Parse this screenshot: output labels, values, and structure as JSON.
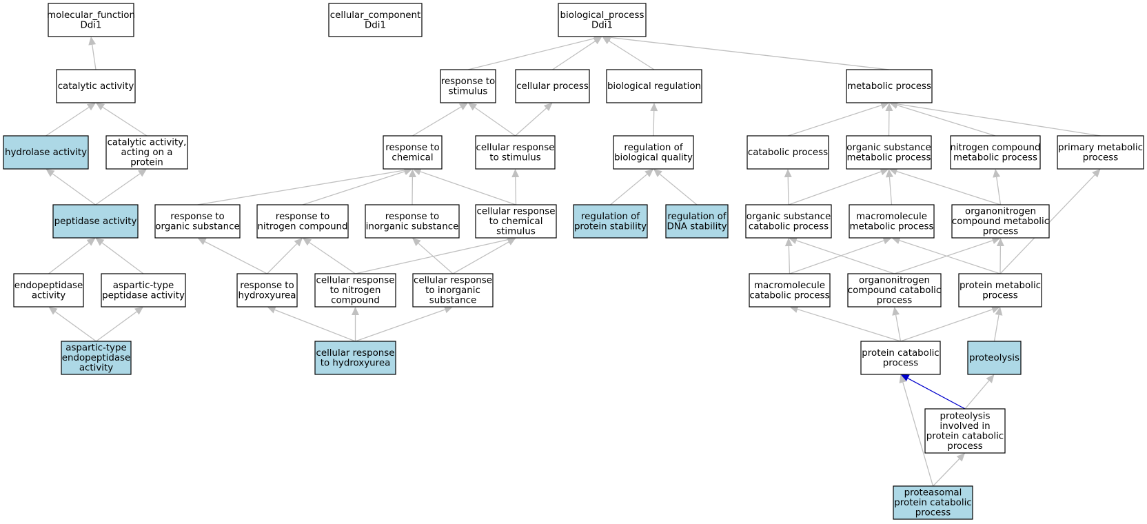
{
  "colors": {
    "highlight_fill": "#add8e6",
    "plain_fill": "#ffffff",
    "border": "#000000",
    "edge": "#c0c0c0",
    "highlight_edge": "#0000cc"
  },
  "nodes": [
    {
      "id": "mf",
      "lines": [
        "molecular_function",
        "Ddi1"
      ],
      "highlight": false
    },
    {
      "id": "cc",
      "lines": [
        "cellular_component",
        "Ddi1"
      ],
      "highlight": false
    },
    {
      "id": "bp",
      "lines": [
        "biological_process",
        "Ddi1"
      ],
      "highlight": false
    },
    {
      "id": "catalytic",
      "lines": [
        "catalytic activity"
      ],
      "highlight": false
    },
    {
      "id": "hydrolase",
      "lines": [
        "hydrolase activity"
      ],
      "highlight": true
    },
    {
      "id": "cat_protein",
      "lines": [
        "catalytic activity,",
        "acting on a",
        "protein"
      ],
      "highlight": false
    },
    {
      "id": "peptidase",
      "lines": [
        "peptidase activity"
      ],
      "highlight": true
    },
    {
      "id": "endopep",
      "lines": [
        "endopeptidase",
        "activity"
      ],
      "highlight": false
    },
    {
      "id": "aspartic_pep",
      "lines": [
        "aspartic-type",
        "peptidase activity"
      ],
      "highlight": false
    },
    {
      "id": "aspartic_endo",
      "lines": [
        "aspartic-type",
        "endopeptidase",
        "activity"
      ],
      "highlight": true
    },
    {
      "id": "resp_stim",
      "lines": [
        "response to",
        "stimulus"
      ],
      "highlight": false
    },
    {
      "id": "cell_proc",
      "lines": [
        "cellular process"
      ],
      "highlight": false
    },
    {
      "id": "bio_reg",
      "lines": [
        "biological regulation"
      ],
      "highlight": false
    },
    {
      "id": "metab",
      "lines": [
        "metabolic process"
      ],
      "highlight": false
    },
    {
      "id": "resp_chem",
      "lines": [
        "response to",
        "chemical"
      ],
      "highlight": false
    },
    {
      "id": "cell_resp_stim",
      "lines": [
        "cellular response",
        "to stimulus"
      ],
      "highlight": false
    },
    {
      "id": "reg_bio_qual",
      "lines": [
        "regulation of",
        "biological quality"
      ],
      "highlight": false
    },
    {
      "id": "catab",
      "lines": [
        "catabolic process"
      ],
      "highlight": false
    },
    {
      "id": "org_sub_metab",
      "lines": [
        "organic substance",
        "metabolic process"
      ],
      "highlight": false
    },
    {
      "id": "nitro_metab",
      "lines": [
        "nitrogen compound",
        "metabolic process"
      ],
      "highlight": false
    },
    {
      "id": "prim_metab",
      "lines": [
        "primary metabolic",
        "process"
      ],
      "highlight": false
    },
    {
      "id": "resp_org_sub",
      "lines": [
        "response to",
        "organic substance"
      ],
      "highlight": false
    },
    {
      "id": "resp_nitro",
      "lines": [
        "response to",
        "nitrogen compound"
      ],
      "highlight": false
    },
    {
      "id": "resp_inorg",
      "lines": [
        "response to",
        "inorganic substance"
      ],
      "highlight": false
    },
    {
      "id": "cell_resp_chem",
      "lines": [
        "cellular response",
        "to chemical",
        "stimulus"
      ],
      "highlight": false
    },
    {
      "id": "reg_prot_stab",
      "lines": [
        "regulation of",
        "protein stability"
      ],
      "highlight": true
    },
    {
      "id": "reg_dna_stab",
      "lines": [
        "regulation of",
        "DNA stability"
      ],
      "highlight": true
    },
    {
      "id": "org_sub_catab",
      "lines": [
        "organic substance",
        "catabolic process"
      ],
      "highlight": false
    },
    {
      "id": "macro_metab",
      "lines": [
        "macromolecule",
        "metabolic process"
      ],
      "highlight": false
    },
    {
      "id": "orgnitro_metab",
      "lines": [
        "organonitrogen",
        "compound metabolic",
        "process"
      ],
      "highlight": false
    },
    {
      "id": "resp_hu",
      "lines": [
        "response to",
        "hydroxyurea"
      ],
      "highlight": false
    },
    {
      "id": "cell_resp_nitro",
      "lines": [
        "cellular response",
        "to nitrogen",
        "compound"
      ],
      "highlight": false
    },
    {
      "id": "cell_resp_inorg",
      "lines": [
        "cellular response",
        "to inorganic",
        "substance"
      ],
      "highlight": false
    },
    {
      "id": "macro_catab",
      "lines": [
        "macromolecule",
        "catabolic process"
      ],
      "highlight": false
    },
    {
      "id": "orgnitro_catab",
      "lines": [
        "organonitrogen",
        "compound catabolic",
        "process"
      ],
      "highlight": false
    },
    {
      "id": "prot_metab",
      "lines": [
        "protein metabolic",
        "process"
      ],
      "highlight": false
    },
    {
      "id": "cell_resp_hu",
      "lines": [
        "cellular response",
        "to hydroxyurea"
      ],
      "highlight": true
    },
    {
      "id": "prot_catab",
      "lines": [
        "protein catabolic",
        "process"
      ],
      "highlight": false
    },
    {
      "id": "proteolysis",
      "lines": [
        "proteolysis"
      ],
      "highlight": true
    },
    {
      "id": "proteolysis_pc",
      "lines": [
        "proteolysis",
        "involved in",
        "protein catabolic",
        "process"
      ],
      "highlight": false
    },
    {
      "id": "proteasomal",
      "lines": [
        "proteasomal",
        "protein catabolic",
        "process"
      ],
      "highlight": true
    }
  ],
  "edges": [
    {
      "from": "catalytic",
      "to": "mf"
    },
    {
      "from": "hydrolase",
      "to": "catalytic"
    },
    {
      "from": "cat_protein",
      "to": "catalytic"
    },
    {
      "from": "peptidase",
      "to": "hydrolase"
    },
    {
      "from": "peptidase",
      "to": "cat_protein"
    },
    {
      "from": "endopep",
      "to": "peptidase"
    },
    {
      "from": "aspartic_pep",
      "to": "peptidase"
    },
    {
      "from": "aspartic_endo",
      "to": "endopep"
    },
    {
      "from": "aspartic_endo",
      "to": "aspartic_pep"
    },
    {
      "from": "resp_stim",
      "to": "bp"
    },
    {
      "from": "cell_proc",
      "to": "bp"
    },
    {
      "from": "bio_reg",
      "to": "bp"
    },
    {
      "from": "metab",
      "to": "bp"
    },
    {
      "from": "resp_chem",
      "to": "resp_stim"
    },
    {
      "from": "cell_resp_stim",
      "to": "resp_stim"
    },
    {
      "from": "cell_resp_stim",
      "to": "cell_proc"
    },
    {
      "from": "reg_bio_qual",
      "to": "bio_reg"
    },
    {
      "from": "catab",
      "to": "metab"
    },
    {
      "from": "org_sub_metab",
      "to": "metab"
    },
    {
      "from": "nitro_metab",
      "to": "metab"
    },
    {
      "from": "prim_metab",
      "to": "metab"
    },
    {
      "from": "resp_org_sub",
      "to": "resp_chem"
    },
    {
      "from": "resp_nitro",
      "to": "resp_chem"
    },
    {
      "from": "resp_inorg",
      "to": "resp_chem"
    },
    {
      "from": "cell_resp_chem",
      "to": "resp_chem"
    },
    {
      "from": "cell_resp_chem",
      "to": "cell_resp_stim"
    },
    {
      "from": "reg_prot_stab",
      "to": "reg_bio_qual"
    },
    {
      "from": "reg_dna_stab",
      "to": "reg_bio_qual"
    },
    {
      "from": "org_sub_catab",
      "to": "catab"
    },
    {
      "from": "org_sub_catab",
      "to": "org_sub_metab"
    },
    {
      "from": "macro_metab",
      "to": "org_sub_metab"
    },
    {
      "from": "orgnitro_metab",
      "to": "org_sub_metab"
    },
    {
      "from": "orgnitro_metab",
      "to": "nitro_metab"
    },
    {
      "from": "resp_hu",
      "to": "resp_org_sub"
    },
    {
      "from": "resp_hu",
      "to": "resp_nitro"
    },
    {
      "from": "cell_resp_nitro",
      "to": "resp_nitro"
    },
    {
      "from": "cell_resp_nitro",
      "to": "cell_resp_chem"
    },
    {
      "from": "cell_resp_inorg",
      "to": "resp_inorg"
    },
    {
      "from": "cell_resp_inorg",
      "to": "cell_resp_chem"
    },
    {
      "from": "macro_catab",
      "to": "org_sub_catab"
    },
    {
      "from": "macro_catab",
      "to": "macro_metab"
    },
    {
      "from": "orgnitro_catab",
      "to": "org_sub_catab"
    },
    {
      "from": "orgnitro_catab",
      "to": "orgnitro_metab"
    },
    {
      "from": "prot_metab",
      "to": "macro_metab"
    },
    {
      "from": "prot_metab",
      "to": "orgnitro_metab"
    },
    {
      "from": "prot_metab",
      "to": "prim_metab"
    },
    {
      "from": "cell_resp_hu",
      "to": "resp_hu"
    },
    {
      "from": "cell_resp_hu",
      "to": "cell_resp_nitro"
    },
    {
      "from": "cell_resp_hu",
      "to": "cell_resp_inorg"
    },
    {
      "from": "prot_catab",
      "to": "macro_catab"
    },
    {
      "from": "prot_catab",
      "to": "orgnitro_catab"
    },
    {
      "from": "prot_catab",
      "to": "prot_metab"
    },
    {
      "from": "proteolysis",
      "to": "prot_metab"
    },
    {
      "from": "proteolysis_pc",
      "to": "prot_catab",
      "highlight": true
    },
    {
      "from": "proteolysis_pc",
      "to": "proteolysis"
    },
    {
      "from": "proteasomal",
      "to": "prot_catab"
    },
    {
      "from": "proteasomal",
      "to": "proteolysis_pc"
    }
  ]
}
